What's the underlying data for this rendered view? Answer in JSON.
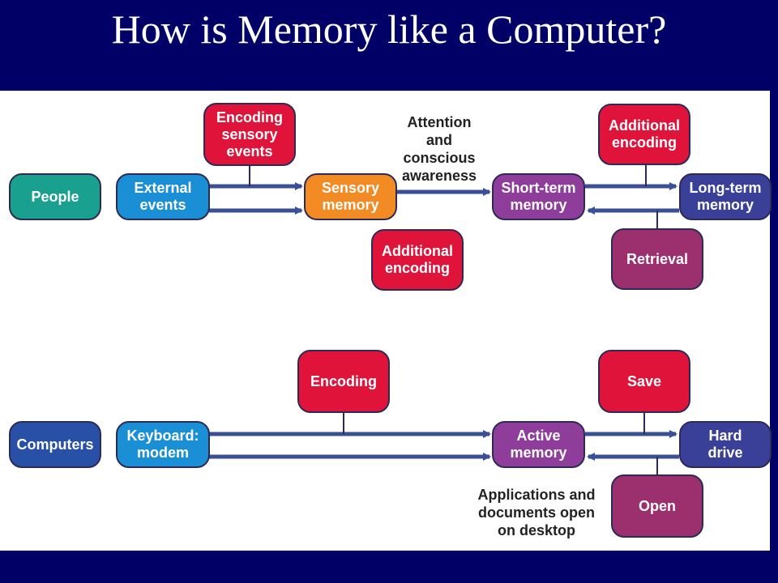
{
  "title": "How is Memory like a Computer?",
  "people_row": {
    "people": "People",
    "external_events": "External\nevents",
    "encoding_sensory_events": "Encoding\nsensory\nevents",
    "sensory_memory": "Sensory\nmemory",
    "additional_encoding_lower": "Additional\nencoding",
    "attention_note": "Attention\nand\nconscious\nawareness",
    "short_term_memory": "Short-term\nmemory",
    "additional_encoding_upper": "Additional\nencoding",
    "long_term_memory": "Long-term\nmemory",
    "retrieval": "Retrieval"
  },
  "computer_row": {
    "computers": "Computers",
    "keyboard_modem": "Keyboard:\nmodem",
    "encoding": "Encoding",
    "active_memory": "Active\nmemory",
    "save": "Save",
    "hard_drive": "Hard\ndrive",
    "open": "Open",
    "applications_note": "Applications and\ndocuments open\non desktop"
  },
  "colors": {
    "header_bar": "#000066",
    "arrow": "#3b4f96",
    "people": "#1aa08f",
    "external": "#1b8fd6",
    "sensory": "#f38b25",
    "encoding": "#e0143a",
    "short_term": "#8f3d9b",
    "long_term": "#3a3f98",
    "retrieval": "#9c2f6e",
    "computers": "#2750a6"
  }
}
